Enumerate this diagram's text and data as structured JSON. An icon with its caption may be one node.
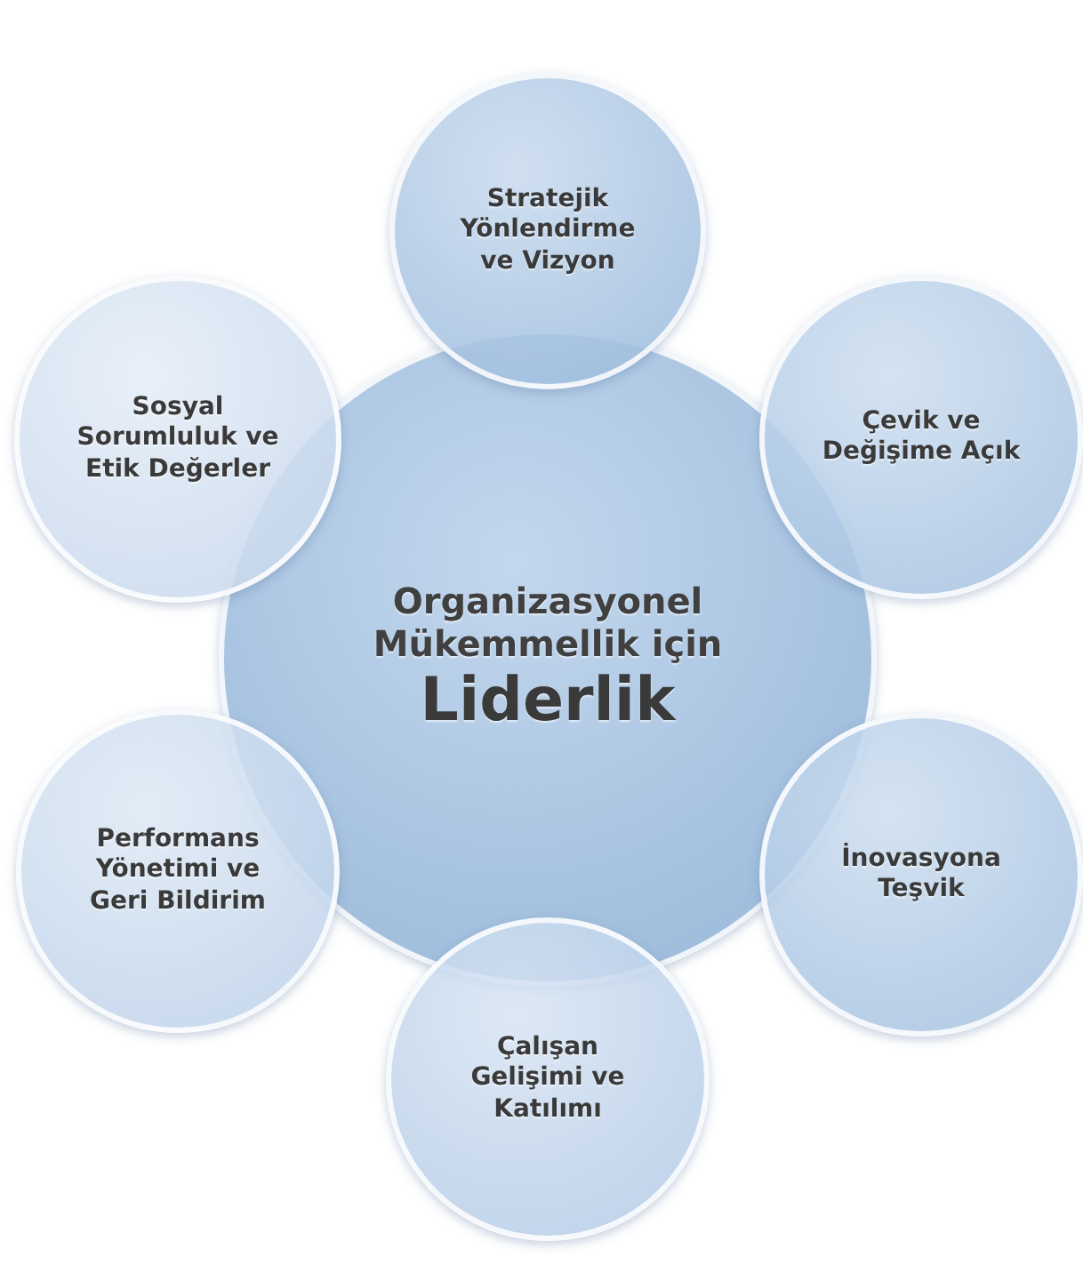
{
  "diagram": {
    "nodes": [
      {
        "text": [
          "Organizasyonel Mükemmellik için",
          "Liderlik"
        ]
      },
      {
        "text": [
          "Stratejik Yönlendirme ve Vizyon"
        ]
      },
      {
        "text": [
          "Çevik ve Değişime Açık"
        ]
      },
      {
        "text": [
          "İnovasyona Teşvik"
        ]
      },
      {
        "text": [
          "Çalışan Gelişimi ve Katılımı"
        ]
      },
      {
        "text": [
          "Performans Yönetimi ve Geri Bildirim"
        ]
      },
      {
        "text": [
          "Sosyal Sorumluluk ve Etik Değerler"
        ]
      }
    ]
  }
}
